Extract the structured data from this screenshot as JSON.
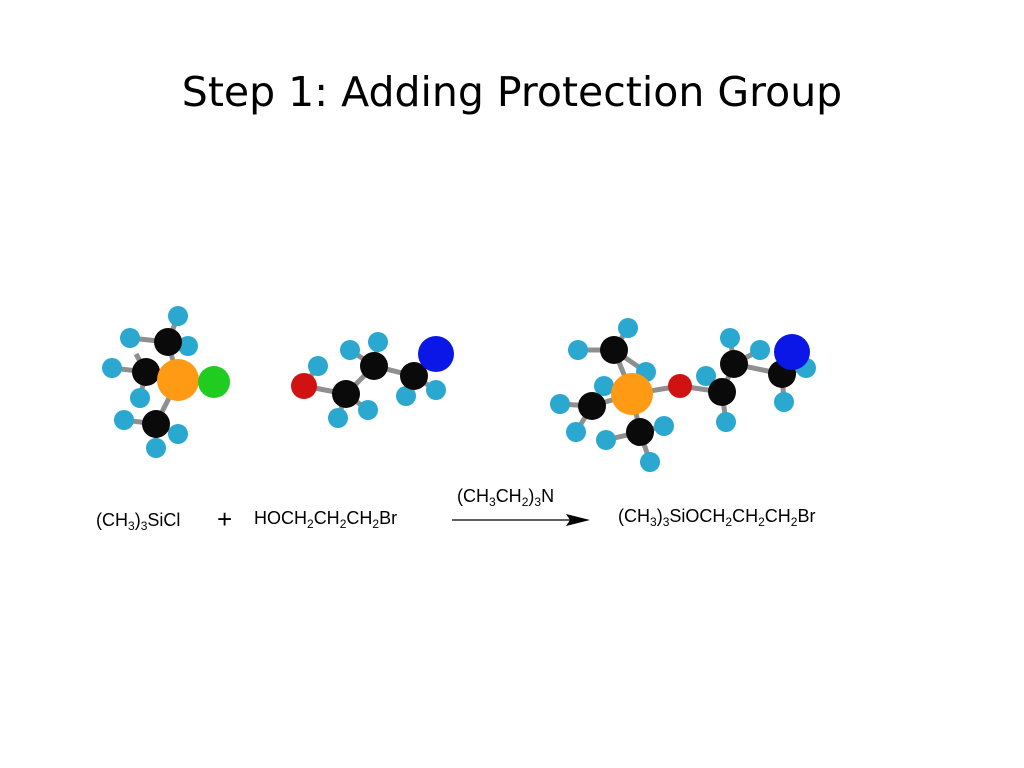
{
  "slide": {
    "title": "Step 1: Adding Protection Group"
  },
  "equation": {
    "reactant1": [
      {
        "t": "(CH"
      },
      {
        "s": "3"
      },
      {
        "t": ")"
      },
      {
        "s": "3"
      },
      {
        "t": "SiCl"
      }
    ],
    "operator": "+",
    "reactant2": [
      {
        "t": "HOCH"
      },
      {
        "s": "2"
      },
      {
        "t": "CH"
      },
      {
        "s": "2"
      },
      {
        "t": "CH"
      },
      {
        "s": "2"
      },
      {
        "t": "Br"
      }
    ],
    "reagent": [
      {
        "t": "(CH"
      },
      {
        "s": "3"
      },
      {
        "t": "CH"
      },
      {
        "s": "2"
      },
      {
        "t": ")"
      },
      {
        "s": "3"
      },
      {
        "t": "N"
      }
    ],
    "product": [
      {
        "t": "(CH"
      },
      {
        "s": "3"
      },
      {
        "t": ")"
      },
      {
        "s": "3"
      },
      {
        "t": "SiOCH"
      },
      {
        "s": "2"
      },
      {
        "t": "CH"
      },
      {
        "s": "2"
      },
      {
        "t": "CH"
      },
      {
        "s": "2"
      },
      {
        "t": "Br"
      }
    ]
  },
  "colors": {
    "hydrogen": "#2aa8cf",
    "carbon": "#0a0a0a",
    "silicon": "#ff9a14",
    "chlorine": "#1fcc1f",
    "oxygen": "#d11212",
    "bromine": "#0a17e6",
    "bond": "#8f8f8f",
    "arrow": "#000000"
  },
  "atom_types": [
    "hydrogen",
    "carbon",
    "silicon",
    "chlorine",
    "oxygen",
    "bromine"
  ]
}
